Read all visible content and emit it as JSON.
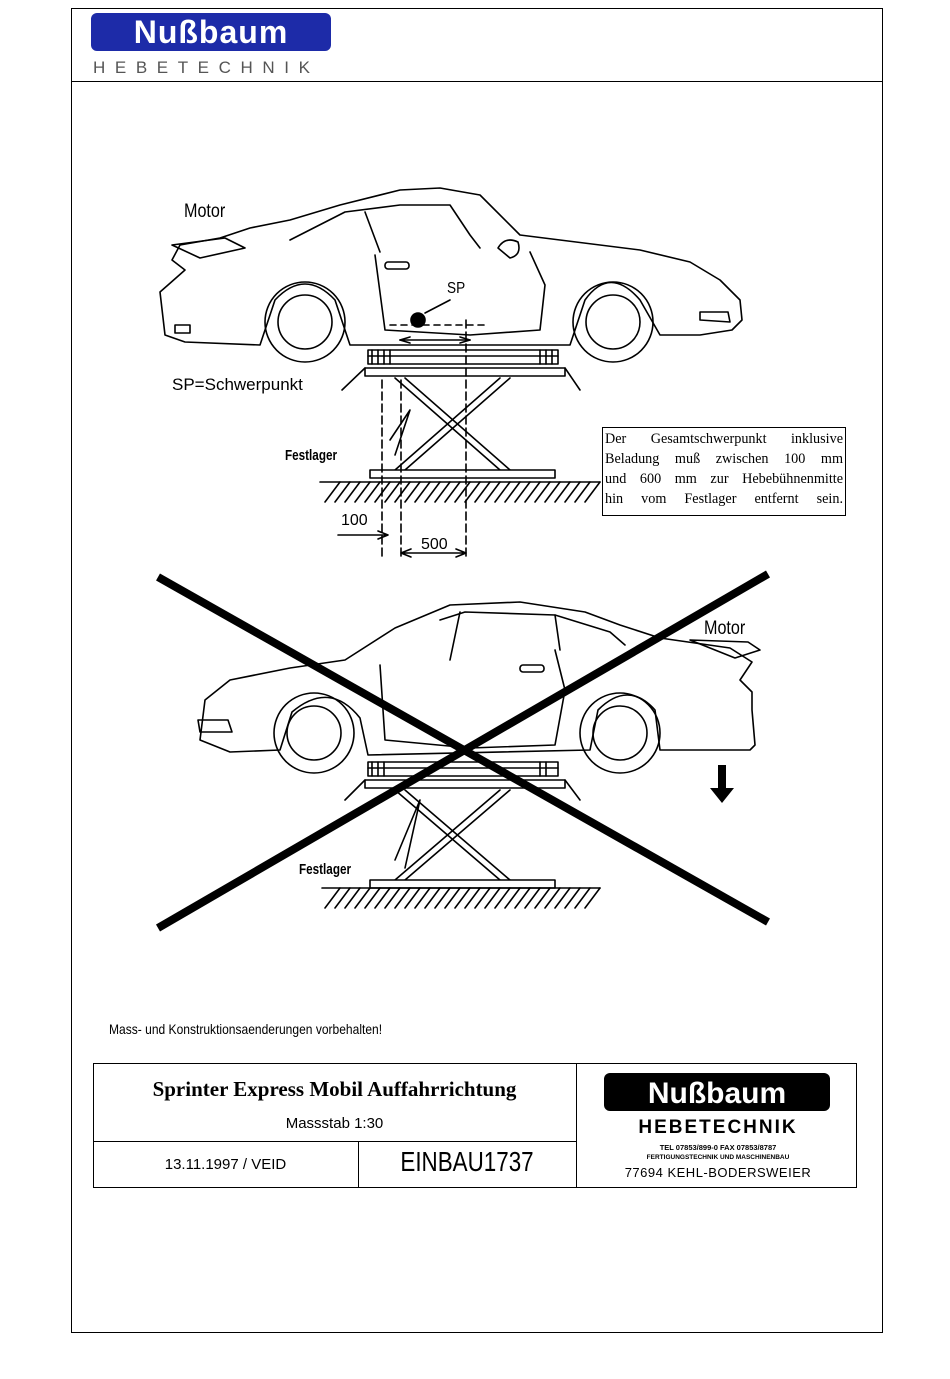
{
  "header": {
    "brand": "Nußbaum",
    "subtitle": "HEBETECHNIK"
  },
  "top_view": {
    "motor_label": "Motor",
    "sp_label": "SP",
    "sp_legend": "SP=Schwerpunkt",
    "festlager_label": "Festlager",
    "dim_100": "100",
    "dim_500": "500",
    "note_lines": [
      "Der Gesamtschwerpunkt inklusive",
      "Beladung muß zwischen 100 mm",
      "und 600 mm zur Hebebühnenmitte",
      "hin vom Festlager entfernt sein."
    ]
  },
  "bottom_view": {
    "motor_label": "Motor",
    "festlager_label": "Festlager"
  },
  "footer_note": "Mass- und Konstruktionsaenderungen vorbehalten!",
  "title_block": {
    "title": "Sprinter Express Mobil Auffahrrichtung",
    "scale": "Massstab 1:30",
    "date": "13.11.1997 / VEID",
    "drawing_id": "EINBAU1737",
    "company": "Nußbaum",
    "company_sub": "HEBETECHNIK",
    "contact": "TEL 07853/899-0   FAX 07853/8787",
    "business": "FERTIGUNGSTECHNIK UND MASCHINENBAU",
    "address": "77694 KEHL-BODERSWEIER"
  },
  "colors": {
    "logo_blue": "#1d2ba8",
    "ink": "#000000"
  }
}
